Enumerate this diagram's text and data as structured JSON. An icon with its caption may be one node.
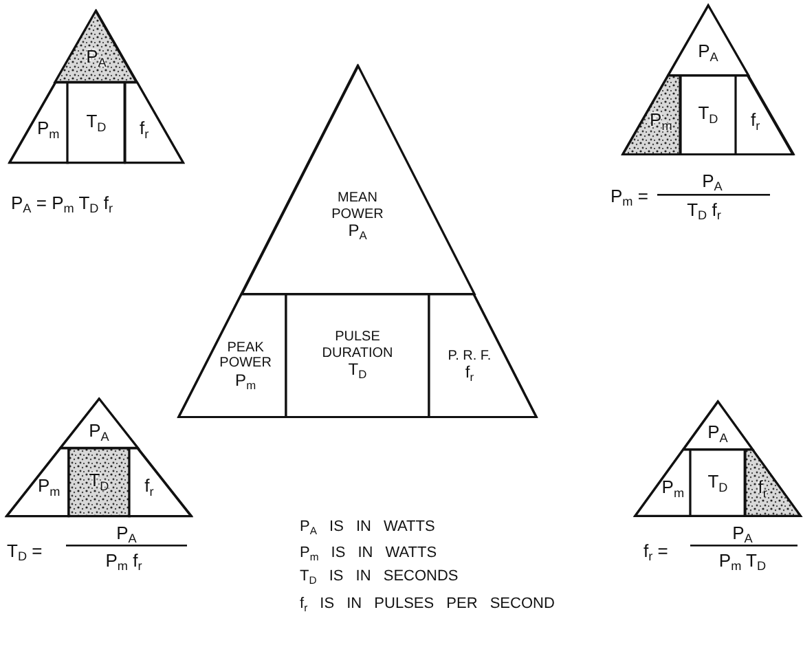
{
  "diagram": {
    "nodes": [
      {
        "text": [],
        "shape": "triangle"
      },
      {
        "text": [
          "P$_{A}$"
        ],
        "in": 0
      },
      {
        "text": [
          "P$_{m}$"
        ],
        "in": 0
      },
      {
        "text": [
          "T$_{D}$"
        ],
        "in": 0
      },
      {
        "text": [
          "f$_{r}$"
        ],
        "in": 0
      },
      {
        "text": [],
        "shape": "triangle"
      },
      {
        "text": [
          "P$_{A}$"
        ],
        "in": 5
      },
      {
        "text": [
          "P$_{m}$"
        ],
        "in": 5
      },
      {
        "text": [
          "T$_{D}$"
        ],
        "in": 5
      },
      {
        "text": [
          "f$_{r}$"
        ],
        "in": 5
      },
      {
        "text": [],
        "shape": "triangle"
      },
      {
        "text": [
          "MEAN POWER",
          "P$_{A}$"
        ],
        "in": 10
      },
      {
        "text": [
          "PEAK POWER",
          "P$_{m}$"
        ],
        "in": 10
      },
      {
        "text": [
          "PULSE DURATION",
          "T$_{D}$"
        ],
        "in": 10
      },
      {
        "text": [
          "P. R. F.",
          "f$_{r}$"
        ],
        "in": 10
      },
      {
        "text": [],
        "shape": "triangle"
      },
      {
        "text": [
          "P$_{A}$"
        ],
        "in": 15
      },
      {
        "text": [
          "P$_{m}$"
        ],
        "in": 15
      },
      {
        "text": [
          "T$_{D}$"
        ],
        "in": 15
      },
      {
        "text": [
          "f$_{r}$"
        ],
        "in": 15
      },
      {
        "text": [],
        "shape": "triangle"
      },
      {
        "text": [
          "P$_{A}$"
        ],
        "in": 20
      },
      {
        "text": [
          "P$_{m}$"
        ],
        "in": 20
      },
      {
        "text": [
          "T$_{D}$"
        ],
        "in": 20
      },
      {
        "text": [
          "f$_{r}$"
        ],
        "in": 20
      }
    ],
    "labels": [
      "P$_{A}$ = P$_{m}$ T$_{D}$ f$_{r}$",
      "P$_{m}$ =",
      "P$_{A}$",
      "T$_{D}$ f$_{r}$",
      "T$_{D}$ =",
      "P$_{A}$",
      "P$_{m}$ f$_{r}$",
      "f$_{r}$ =",
      "P$_{A}$",
      "P$_{m}$ T$_{D}$",
      "P$_{A}$ IS IN WATTS",
      "P$_{m}$ IS IN WATTS",
      "T$_{D}$ IS IN SECONDS",
      "f$_{r}$ IS IN PULSES PER SECOND"
    ]
  }
}
